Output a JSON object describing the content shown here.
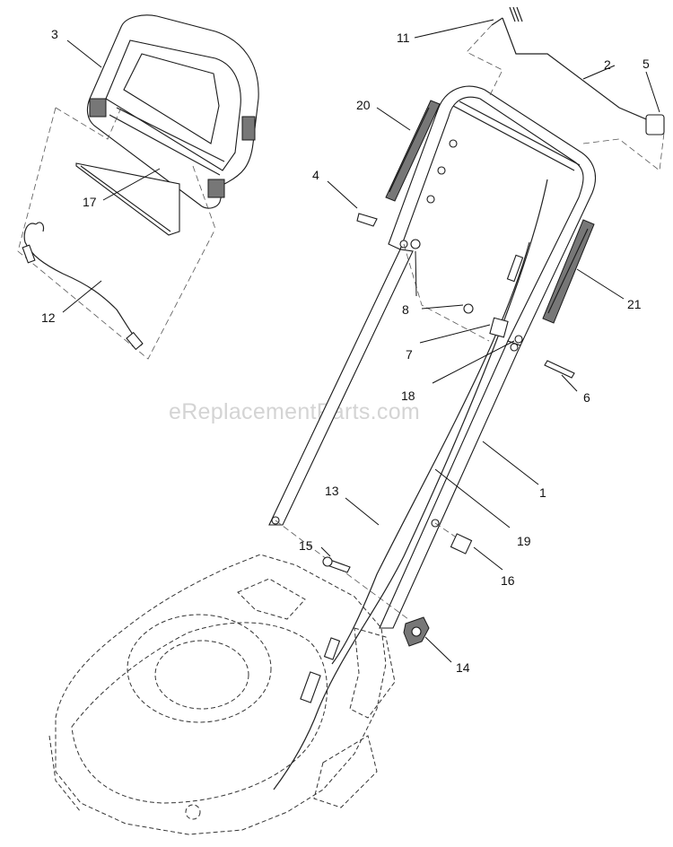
{
  "watermark": "eReplacementParts.com",
  "callouts": {
    "c1": "1",
    "c2": "2",
    "c3": "3",
    "c4": "4",
    "c5": "5",
    "c6": "6",
    "c7": "7",
    "c8": "8",
    "c11": "11",
    "c12": "12",
    "c13": "13",
    "c14": "14",
    "c15": "15",
    "c16": "16",
    "c17": "17",
    "c18": "18",
    "c19": "19",
    "c20": "20",
    "c21": "21"
  }
}
